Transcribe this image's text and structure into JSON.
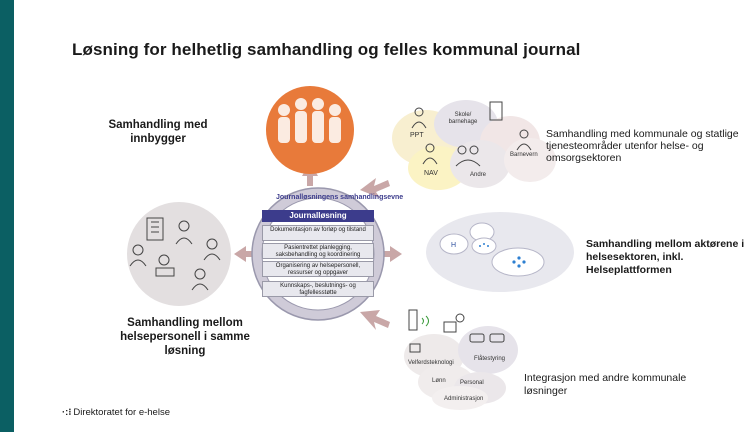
{
  "title": "Løsning for helhetlig samhandling og felles kommunal journal",
  "labels": {
    "innbygger": "Samhandling med innbygger",
    "kommunale": "Samhandling med kommunale og statlige tjenesteområder utenfor helse- og omsorgsektoren",
    "helsesektoren": "Samhandling mellom aktørene i helsesektoren, inkl. Helseplattformen",
    "helsepersonell": "Samhandling mellom helsepersonell i samme løsning",
    "integrasjon": "Integrasjon med andre kommunale løsninger"
  },
  "center": {
    "ring_text": "Journalløsningens samhandlingsevne",
    "header": "Journalløsning",
    "boxes": [
      "Dokumentasjon av forløp og tilstand",
      "Pasientrettet planlegging, saksbehandling og koordinering",
      "Organisering av helsepersonell, ressurser og oppgaver",
      "Kunnskaps-, beslutnings- og fagfellesstøtte"
    ]
  },
  "small_labels": {
    "skole": "Skole/ barnehage",
    "ppt": "PPT",
    "nav": "NAV",
    "andre": "Andre",
    "barnevern": "Barnevern",
    "velferd": "Velferdsteknologi",
    "flate": "Flåtestyring",
    "lonn": "Lønn",
    "personal": "Personal",
    "admin": "Administrasjon"
  },
  "footer": {
    "dots": "·:⁝",
    "org": "Direktoratet for e-helse"
  },
  "colors": {
    "background_frame": "#0b5f63",
    "innbygger_circle": "#e87a3a",
    "journal_header": "#3c3c8c",
    "bubble_grey": "#e3dfe0",
    "arrow": "#c9a7a7"
  }
}
